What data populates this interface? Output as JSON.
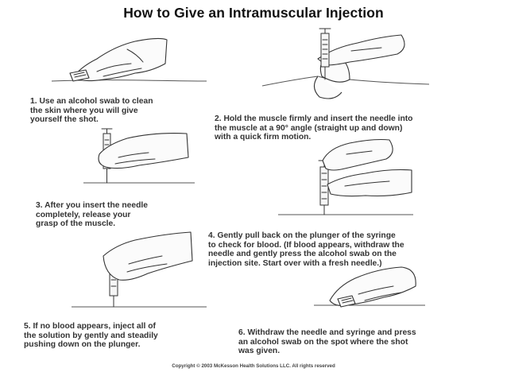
{
  "title": "How to Give an Intramuscular Injection",
  "steps": [
    {
      "text": "1. Use an alcohol swab to clean\n    the skin where you will give\n    yourself the shot."
    },
    {
      "text": "2. Hold the muscle firmly and insert the needle into\n    the muscle at a 90° angle (straight up and down)\n    with a quick firm motion."
    },
    {
      "text": "3. After you insert the needle\n    completely, release your\n    grasp of the muscle."
    },
    {
      "text": "4. Gently pull back on the plunger of the syringe\n    to check for blood. (If blood appears, withdraw the\n    needle and gently press the alcohol swab on the\n    injection site.  Start over with a fresh needle.)"
    },
    {
      "text": "5. If no blood appears, inject all of\n    the solution by gently and steadily\n    pushing down on the plunger."
    },
    {
      "text": "6. Withdraw the needle and syringe and press\n    an alcohol swab on the spot where the shot\n    was given."
    }
  ],
  "copyright": "Copyright  ©  2003 McKesson Health Solutions LLC. All rights reserved",
  "illustrations": [
    {
      "icon": "hand-swab-illustration"
    },
    {
      "icon": "hand-syringe-pinch-illustration"
    },
    {
      "icon": "syringe-inserted-illustration"
    },
    {
      "icon": "plunger-pullback-illustration"
    },
    {
      "icon": "syringe-inject-illustration"
    },
    {
      "icon": "swab-press-illustration"
    }
  ]
}
